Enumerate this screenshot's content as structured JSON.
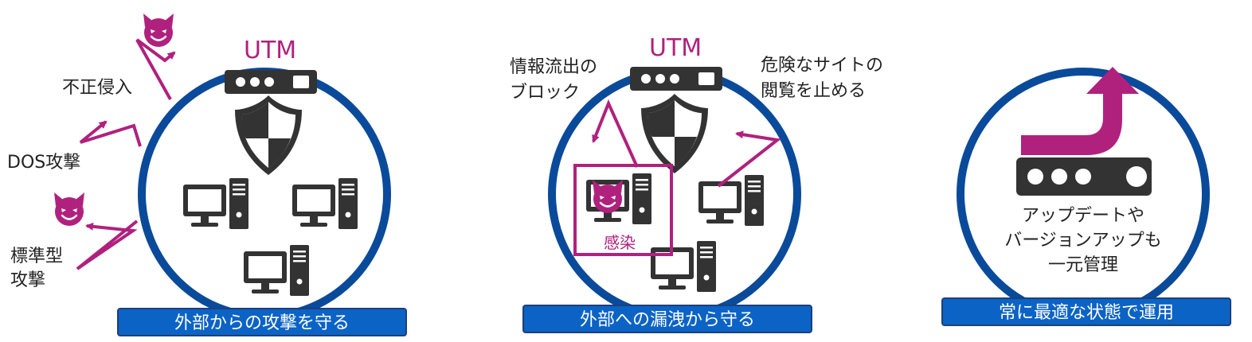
{
  "panel1": {
    "utm_label": "UTM",
    "threats": [
      "不正侵入",
      "DOS攻撃",
      "標準型攻撃"
    ],
    "threat_lines": [
      [
        "不正侵入"
      ],
      [
        "DOS攻撃"
      ],
      [
        "標準型",
        "攻撃"
      ]
    ],
    "banner": "外部からの攻撃を守る"
  },
  "panel2": {
    "utm_label": "UTM",
    "block_label": [
      "情報流出の",
      "ブロック"
    ],
    "stop_label": [
      "危険なサイトの",
      "閲覧を止める"
    ],
    "infected_label": "感染",
    "banner": "外部への漏洩から守る"
  },
  "panel3": {
    "update_label": [
      "アップデートや",
      "バージョンアップも",
      "一元管理"
    ],
    "banner": "常に最適な状態で運用"
  },
  "colors": {
    "ring": "#0a4a9a",
    "accent": "#b0217e",
    "dark": "#333333",
    "banner": "#0b63c5"
  },
  "icons": [
    "devil-icon",
    "shield-icon",
    "computer-icon",
    "utm-device-icon",
    "arrow-icon",
    "up-turn-arrow-icon"
  ]
}
